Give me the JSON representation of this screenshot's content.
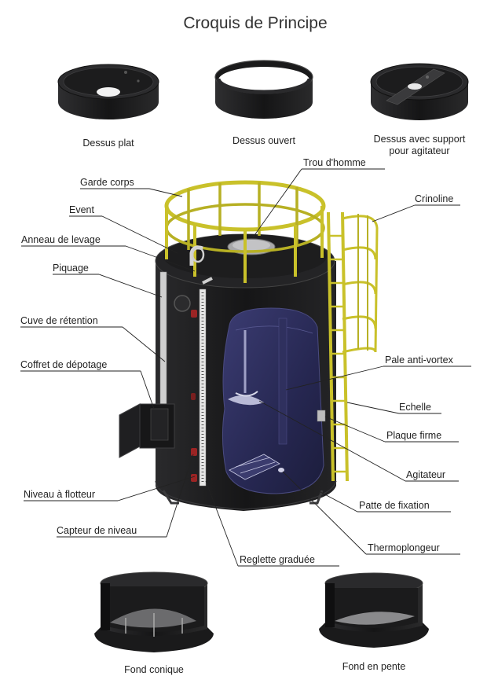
{
  "title": "Croquis de Principe",
  "top_variants": [
    {
      "id": "flat",
      "caption_lines": [
        "Dessus plat"
      ]
    },
    {
      "id": "open",
      "caption_lines": [
        "Dessus ouvert"
      ]
    },
    {
      "id": "agitator",
      "caption_lines": [
        "Dessus avec support",
        "pour agitateur"
      ]
    }
  ],
  "callouts": {
    "trou_homme": "Trou d'homme",
    "garde_corps": "Garde corps",
    "crinoline": "Crinoline",
    "event": "Event",
    "anneau": "Anneau de levage",
    "piquage": "Piquage",
    "cuve": "Cuve de rétention",
    "pale": "Pale anti-vortex",
    "coffret": "Coffret de dépotage",
    "echelle": "Echelle",
    "plaque": "Plaque firme",
    "agitateur": "Agitateur",
    "niveau": "Niveau à flotteur",
    "patte": "Patte de fixation",
    "capteur": "Capteur de niveau",
    "thermo": "Thermoplongeur",
    "reglette": "Reglette graduée"
  },
  "bottom_variants": [
    {
      "id": "conique",
      "caption": "Fond conique"
    },
    {
      "id": "pente",
      "caption": "Fond en pente"
    }
  ],
  "colors": {
    "tank": "#1b1b1c",
    "tank_edge": "#3a3a3c",
    "interior": "#2c2d5a",
    "rail": "#c9c12a",
    "rail_dark": "#8f8a1c",
    "metal": "#c8c8c8"
  }
}
